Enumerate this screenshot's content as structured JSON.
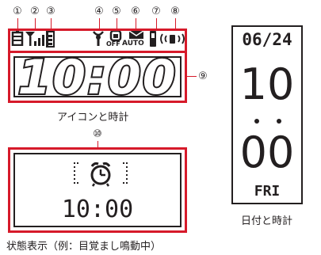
{
  "callouts": [
    "①",
    "②",
    "③",
    "④",
    "⑤",
    "⑥",
    "⑦",
    "⑧",
    "⑨",
    "⑩"
  ],
  "icons": {
    "auto_label": "AUTO",
    "mode_label": "OFF",
    "items": [
      "memo-icon",
      "signal-icon",
      "battery-icon",
      "key-icon",
      "lock-icon",
      "mail-icon",
      "manner-icon",
      "vibrate-icon"
    ]
  },
  "top_panel": {
    "time": "10:00",
    "caption": "アイコンと時計"
  },
  "status_panel": {
    "time": "10:00",
    "caption": "状態表示（例：目覚まし鳴動中）",
    "icon": "alarm-clock-icon"
  },
  "date_panel": {
    "date": "06/24",
    "hour": "10",
    "minute": "00",
    "day": "FRI",
    "caption": "日付と時計"
  },
  "colors": {
    "accent": "#d61a2a",
    "ink": "#231f20"
  }
}
